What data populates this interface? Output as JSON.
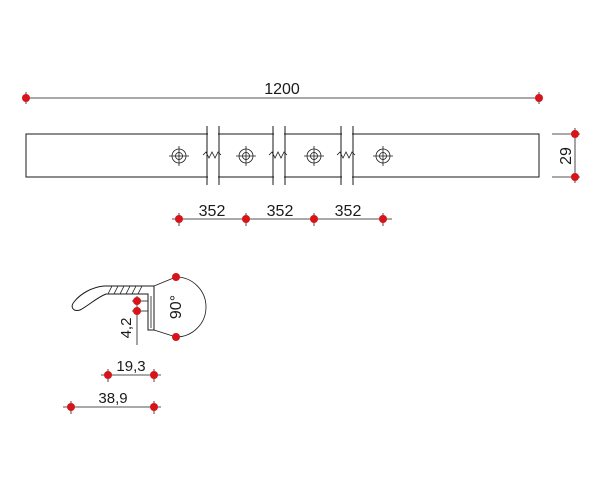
{
  "colors": {
    "marker": "#d7141a",
    "line": "#1a1a1a",
    "background": "#ffffff"
  },
  "dimensions": {
    "total_length": "1200",
    "height": "29",
    "hole_spacing": [
      "352",
      "352",
      "352"
    ],
    "thickness": "4,2",
    "angle": "90°",
    "inner_width": "19,3",
    "outer_width": "38,9"
  }
}
